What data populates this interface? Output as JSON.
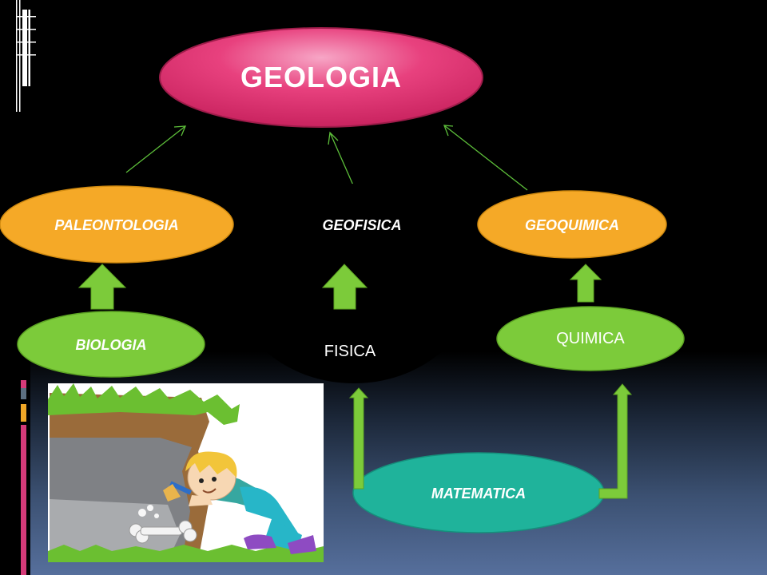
{
  "slide": {
    "nodes": {
      "geologia": {
        "label": "GEOLOGIA",
        "fill": "#e8417e"
      },
      "paleontologia": {
        "label": "PALEONTOLOGIA",
        "fill": "#f5a927"
      },
      "geofisica": {
        "label": "GEOFISICA",
        "fill": "#000000"
      },
      "geoquimica": {
        "label": "GEOQUIMICA",
        "fill": "#f5a927"
      },
      "biologia": {
        "label": "BIOLOGIA",
        "fill": "#7ccb3a"
      },
      "fisica": {
        "label": "FISICA",
        "fill": "#000000"
      },
      "quimica": {
        "label": "QUIMICA",
        "fill": "#7ccb3a"
      },
      "matematica": {
        "label": "MATEMATICA",
        "fill": "#1fb39b"
      }
    },
    "colors": {
      "arrow_green": "#7ccb3a",
      "connector_green": "#5dbf3a",
      "accent_bars": [
        "#d63a78",
        "#5d6f80",
        "#f0a727",
        "#d63a78"
      ]
    },
    "illustration": "paleontologist-digging-fossil"
  }
}
